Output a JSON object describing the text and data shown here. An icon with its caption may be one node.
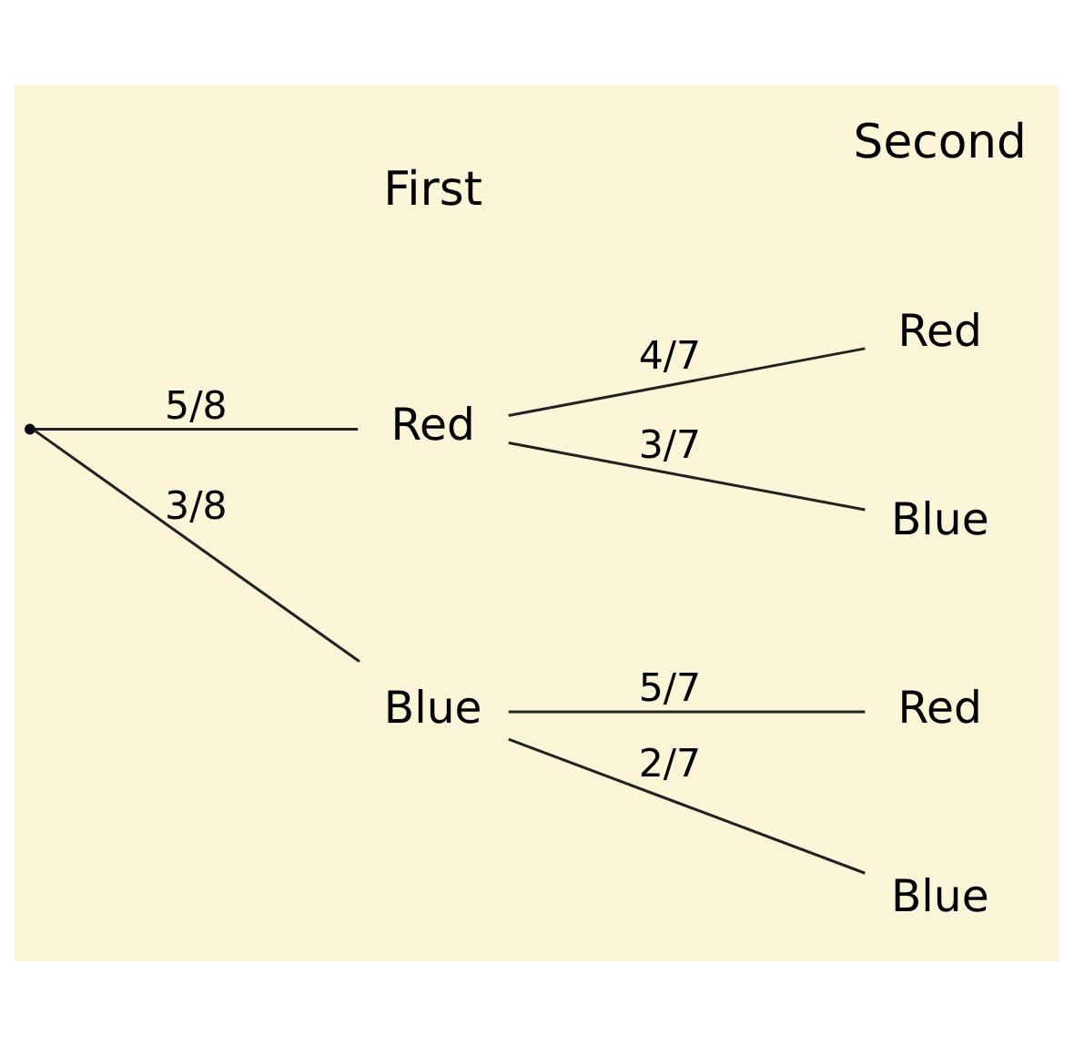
{
  "diagram": {
    "nodes": [
      {
        "text": [],
        "shape": "point"
      },
      {
        "text": [
          "Red"
        ]
      },
      {
        "text": [
          "Blue"
        ]
      },
      {
        "text": [
          "Red"
        ]
      },
      {
        "text": [
          "Blue"
        ]
      },
      {
        "text": [
          "Red"
        ]
      },
      {
        "text": [
          "Blue"
        ]
      }
    ],
    "edges": [
      {
        "from": 0,
        "to": 1,
        "arrow": "none",
        "label": "5/8"
      },
      {
        "from": 0,
        "to": 2,
        "arrow": "none",
        "label": "3/8"
      },
      {
        "from": 1,
        "to": 3,
        "arrow": "none",
        "label": "4/7"
      },
      {
        "from": 1,
        "to": 4,
        "arrow": "none",
        "label": "3/7"
      },
      {
        "from": 2,
        "to": 5,
        "arrow": "none",
        "label": "5/7"
      },
      {
        "from": 2,
        "to": 6,
        "arrow": "none",
        "label": "2/7"
      }
    ],
    "labels": [
      "First",
      "Second"
    ]
  }
}
